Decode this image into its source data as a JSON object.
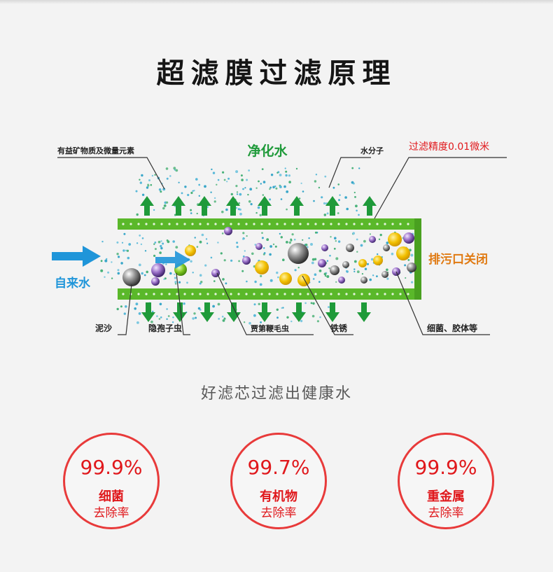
{
  "title": "超滤膜过滤原理",
  "diagram": {
    "label_pure_water": "净化水",
    "label_minerals": "有益矿物质及微量元素",
    "label_water_molecule": "水分子",
    "label_precision": "过滤精度0.01微米",
    "label_tap_water": "自来水",
    "label_outlet_closed": "排污口关闭",
    "label_silt": "泥沙",
    "label_cryptosporidium": "隐孢子虫",
    "label_giardia": "贾第鞭毛虫",
    "label_rust": "铁锈",
    "label_bacteria": "细菌、胶体等"
  },
  "colors": {
    "membrane_green": "#5ab82a",
    "arrow_green": "#1f9a3a",
    "inlet_blue": "#1f95d9",
    "rust_yellow": "#f2c000",
    "outlet_orange": "#e07a12",
    "precision_red": "#e0181c",
    "stat_red": "#e0181c"
  },
  "subtitle": "好滤芯过滤出健康水",
  "stats": [
    {
      "value": "99.9%",
      "name": "细菌",
      "desc": "去除率"
    },
    {
      "value": "99.7%",
      "name": "有机物",
      "desc": "去除率"
    },
    {
      "value": "99.9%",
      "name": "重金属",
      "desc": "去除率"
    }
  ]
}
